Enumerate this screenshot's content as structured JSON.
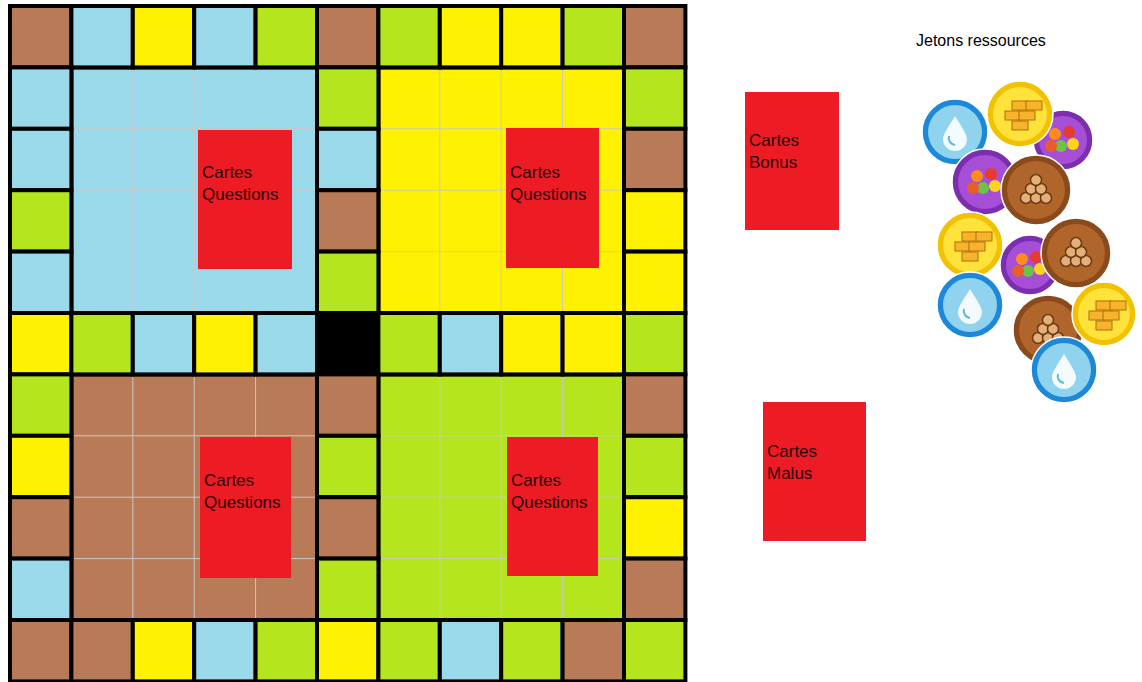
{
  "diagram": {
    "nodes": [
      {
        "text": [
          "Cartes Questions"
        ]
      },
      {
        "text": [
          "Cartes Questions"
        ]
      },
      {
        "text": [
          "Cartes Questions"
        ]
      },
      {
        "text": [
          "Cartes Questions"
        ]
      },
      {
        "text": [
          "Cartes Bonus"
        ]
      },
      {
        "text": [
          "Cartes Malus"
        ]
      }
    ],
    "labels": [
      "Jetons ressources"
    ]
  }
}
